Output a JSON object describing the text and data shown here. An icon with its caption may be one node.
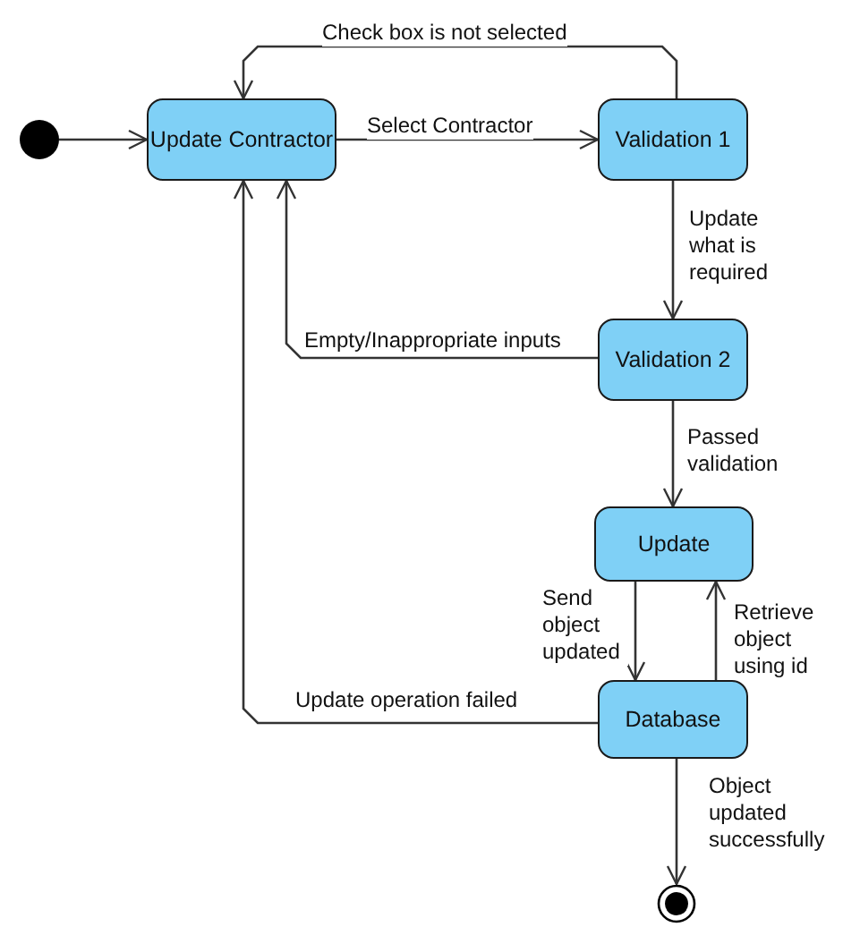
{
  "diagram": {
    "nodes": [
      {
        "text": [],
        "shape": "circle"
      },
      {
        "text": [
          "Update Contractor"
        ]
      },
      {
        "text": [
          "Validation 1"
        ]
      },
      {
        "text": [
          "Validation 2"
        ]
      },
      {
        "text": [
          "Update"
        ]
      },
      {
        "text": [
          "Database"
        ]
      },
      {
        "text": [],
        "shape": "circle"
      }
    ],
    "edges": [
      {
        "from": 0,
        "to": 1,
        "arrow": "to"
      },
      {
        "from": 1,
        "to": 2,
        "arrow": "to",
        "label": "Select Contractor"
      },
      {
        "from": 2,
        "to": 1,
        "arrow": "to",
        "label": "Check box is not selected"
      },
      {
        "from": 2,
        "to": 3,
        "arrow": "to",
        "label": "Update what is required"
      },
      {
        "from": 3,
        "to": 1,
        "arrow": "to",
        "label": "Empty/Inappropriate inputs"
      },
      {
        "from": 3,
        "to": 4,
        "arrow": "to",
        "label": "Passed validation"
      },
      {
        "from": 4,
        "to": 5,
        "arrow": "to",
        "label": "Send object updated"
      },
      {
        "from": 5,
        "to": 4,
        "arrow": "to",
        "label": "Retrieve object using id"
      },
      {
        "from": 5,
        "to": 1,
        "arrow": "to",
        "label": "Update operation failed"
      },
      {
        "from": 5,
        "to": 6,
        "arrow": "to",
        "label": "Object updated successfully"
      }
    ]
  }
}
